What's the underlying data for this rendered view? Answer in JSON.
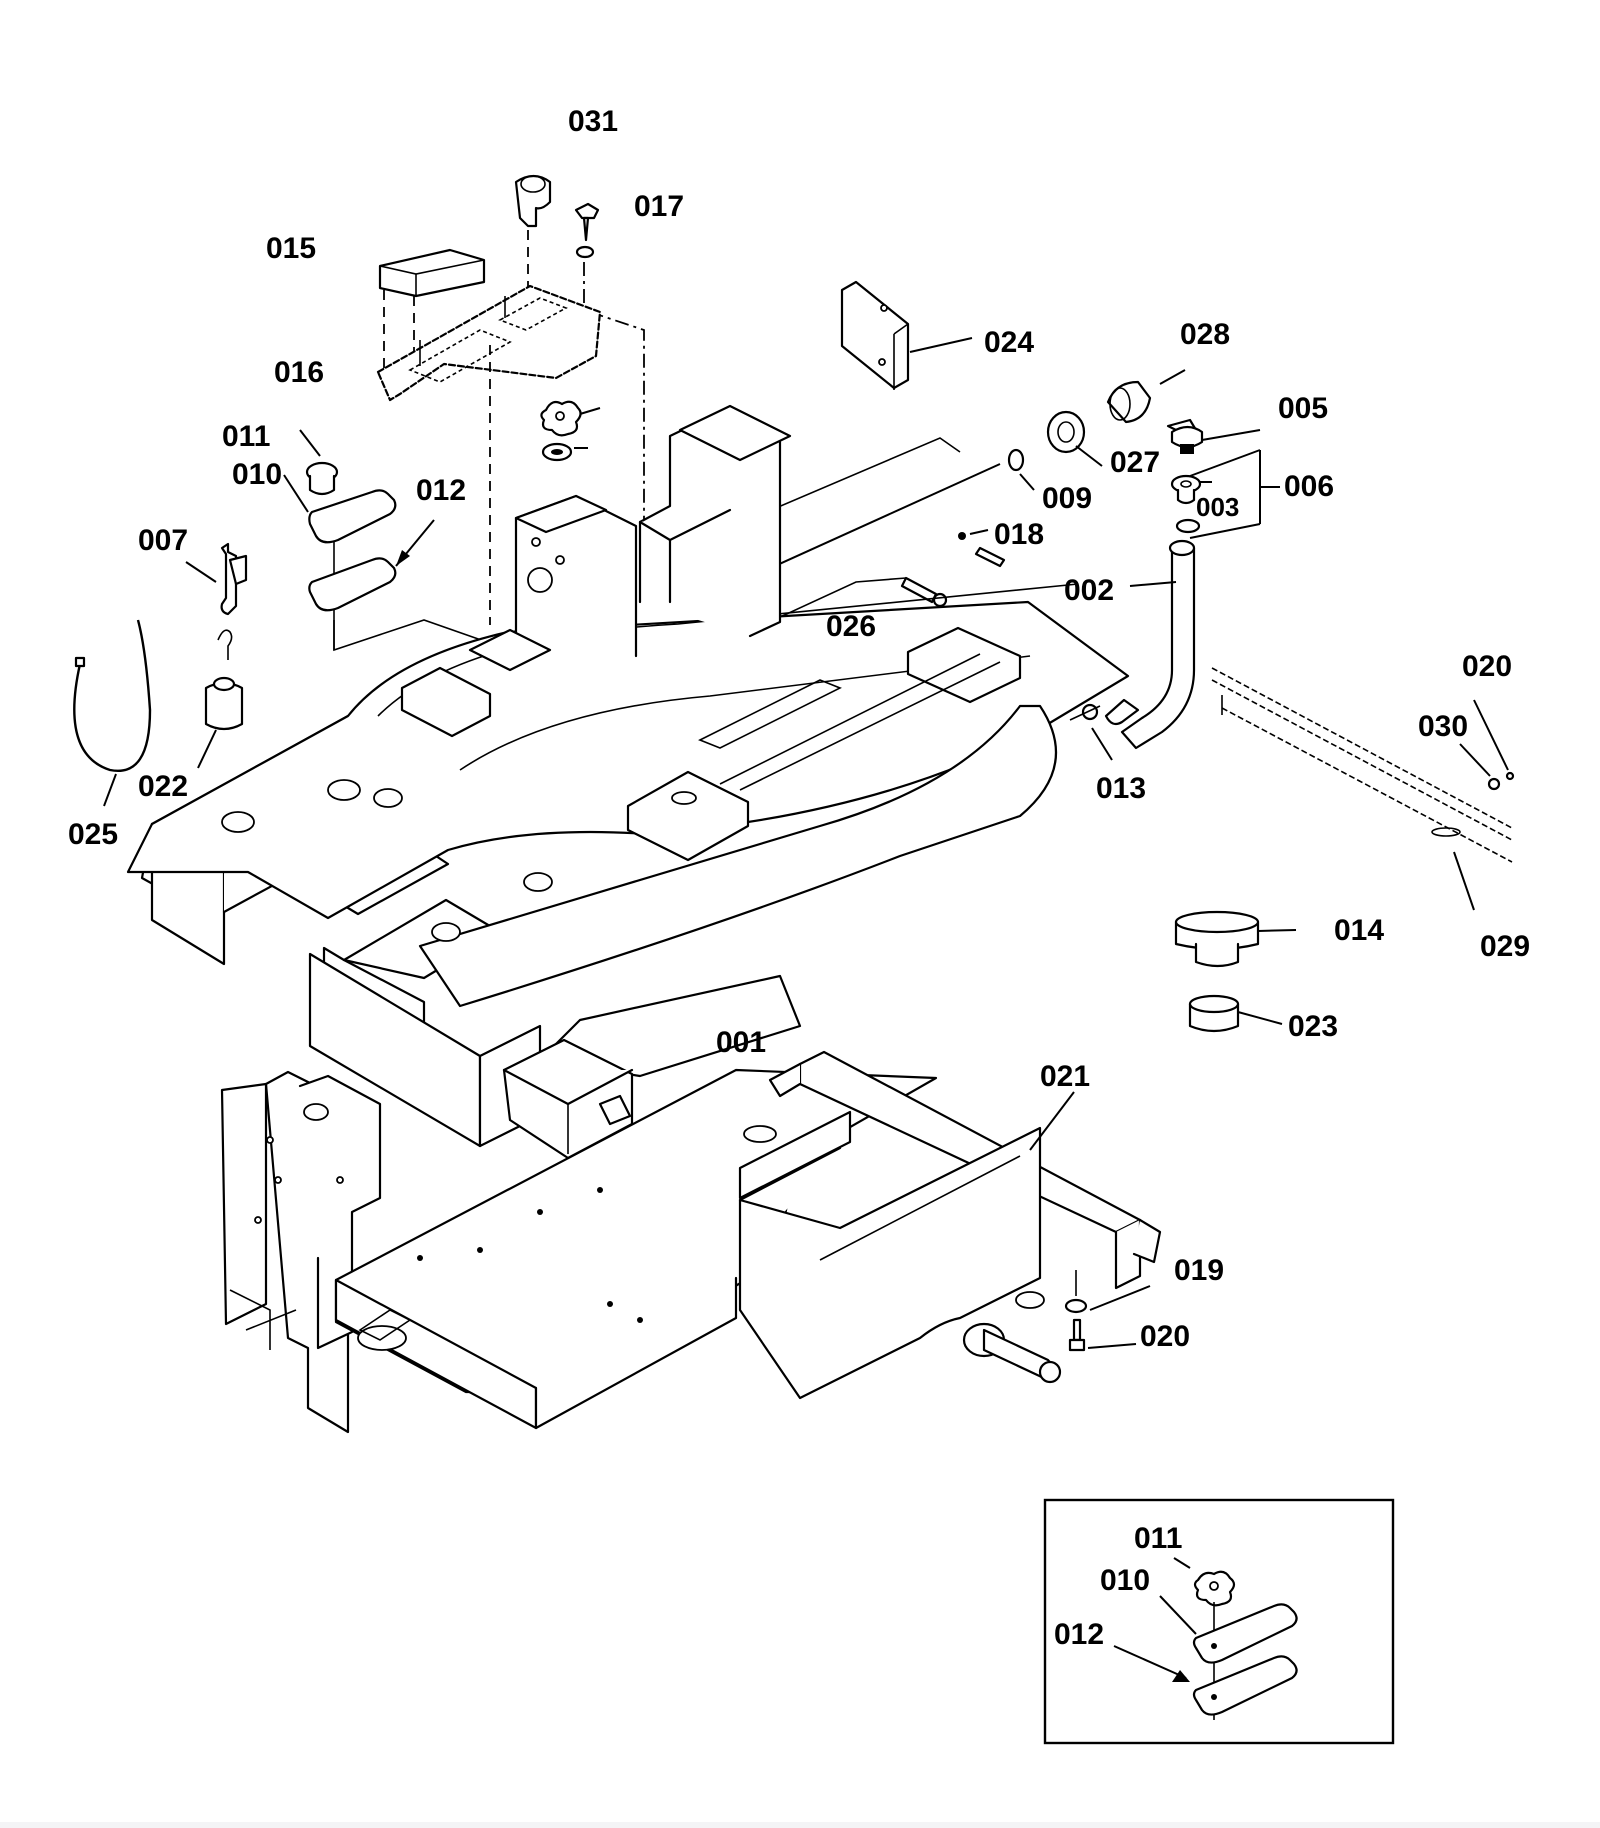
{
  "diagram": {
    "type": "exploded-parts-view",
    "subject": "Machine base / chassis frame assembly",
    "labels": {
      "p001": "001",
      "p002": "002",
      "p003": "003",
      "p005": "005",
      "p006": "006",
      "p007": "007",
      "p009": "009",
      "p010": "010",
      "p011": "011",
      "p012": "012",
      "p013": "013",
      "p014": "014",
      "p015": "015",
      "p016": "016",
      "p017": "017",
      "p018": "018",
      "p019": "019",
      "p020a": "020",
      "p020b": "020",
      "p021": "021",
      "p022": "022",
      "p023": "023",
      "p024": "024",
      "p025": "025",
      "p026": "026",
      "p027": "027",
      "p028": "028",
      "p029": "029",
      "p030": "030",
      "p031": "031"
    },
    "inset": {
      "labels": {
        "p010": "010",
        "p011": "011",
        "p012": "012"
      }
    }
  }
}
